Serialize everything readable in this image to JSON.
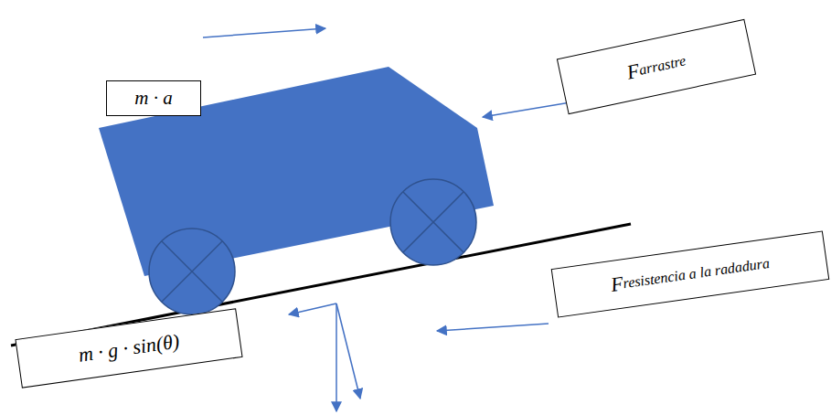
{
  "diagram": {
    "nodes": [
      {
        "text": [
          "m · a"
        ]
      },
      {
        "text": [
          "F",
          "arrastre"
        ]
      },
      {
        "text": [
          "F",
          "resistencia a la radadura"
        ]
      },
      {
        "text": [
          "m · g · sin(θ)"
        ]
      }
    ]
  }
}
